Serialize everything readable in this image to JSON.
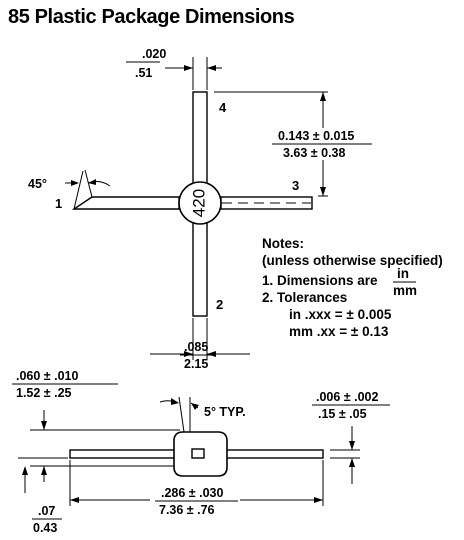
{
  "title": "85 Plastic Package Dimensions",
  "top_view": {
    "lead_width_in": ".020",
    "lead_width_mm": ".51",
    "lead_length_in": "0.143 ± 0.015",
    "lead_length_mm": "3.63 ± 0.38",
    "angle_label": "45°",
    "body_width_in": ".085",
    "body_width_mm": "2.15",
    "marking": "420",
    "pins": [
      "1",
      "2",
      "3",
      "4"
    ]
  },
  "notes": {
    "heading": "Notes:",
    "subheading": "(unless otherwise specified)",
    "item1_prefix": "1.  Dimensions are",
    "item1_num": "in",
    "item1_den": "mm",
    "item2": "2.  Tolerances",
    "tol_in": "in  .xxx = ± 0.005",
    "tol_mm": "mm .xx = ± 0.13"
  },
  "side_view": {
    "body_height_in": ".060 ± .010",
    "body_height_mm": "1.52 ± .25",
    "angle_label": "5° TYP.",
    "lead_thickness_in": ".006 ± .002",
    "lead_thickness_mm": ".15 ± .05",
    "offset_in": ".07",
    "offset_mm": "0.43",
    "overall_in": ".286 ± .030",
    "overall_mm": "7.36 ± .76"
  }
}
